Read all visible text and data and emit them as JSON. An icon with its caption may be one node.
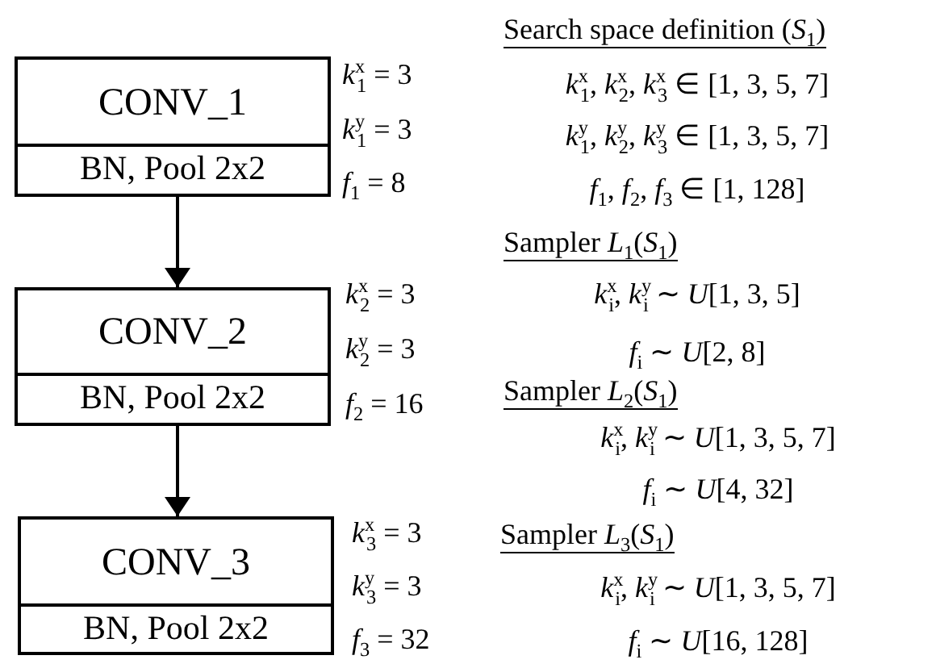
{
  "diagram": {
    "nodes": [
      {
        "text": [
          "CONV_1",
          "BN, Pool 2x2"
        ],
        "beside": [
          "*k*$^{x}$$_{1}$ = 3",
          "*k*$^{y}$$_{1}$ = 3",
          "*f*$_{1}$ = 8"
        ]
      },
      {
        "text": [
          "CONV_2",
          "BN, Pool 2x2"
        ],
        "beside": [
          "*k*$^{x}$$_{2}$ = 3",
          "*k*$^{y}$$_{2}$ = 3",
          "*f*$_{2}$ = 16"
        ]
      },
      {
        "text": [
          "CONV_3",
          "BN, Pool 2x2"
        ],
        "beside": [
          "*k*$^{x}$$_{3}$ = 3",
          "*k*$^{y}$$_{3}$ = 3",
          "*f*$_{3}$ = 32"
        ]
      }
    ],
    "edges": [
      {
        "from": 0,
        "to": 1,
        "arrow": "to"
      },
      {
        "from": 1,
        "to": 2,
        "arrow": "to"
      }
    ],
    "labels": [
      "Search space definition (*S*$_{1}$)",
      "*k*$^{x}$$_{1}$, *k*$^{x}$$_{2}$, *k*$^{x}$$_{3}$ ∈ [1, 3, 5, 7]",
      "*k*$^{y}$$_{1}$, *k*$^{y}$$_{2}$, *k*$^{y}$$_{3}$ ∈ [1, 3, 5, 7]",
      "*f*$_{1}$, *f*$_{2}$, *f*$_{3}$ ∈ [1, 128]",
      "Sampler *L*$_{1}$(*S*$_{1}$)",
      "*k*$^{x}$$_{i}$, *k*$^{y}$$_{i}$ ∼ *U*[1, 3, 5]",
      "*f*$_{i}$ ∼ *U*[2, 8]",
      "Sampler *L*$_{2}$(*S*$_{1}$)",
      "*k*$^{x}$$_{i}$, *k*$^{y}$$_{i}$ ∼ *U*[1, 3, 5, 7]",
      "*f*$_{i}$ ∼ *U*[4, 32]",
      "Sampler *L*$_{3}$(*S*$_{1}$)",
      "*k*$^{x}$$_{i}$, *k*$^{y}$$_{i}$ ∼ *U*[1, 3, 5, 7]",
      "*f*$_{i}$ ∼ *U*[16, 128]"
    ]
  }
}
